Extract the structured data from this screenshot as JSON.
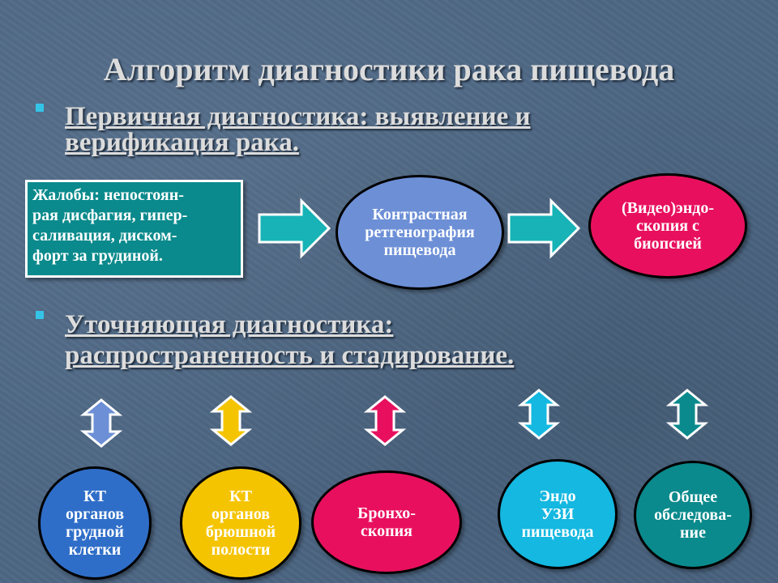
{
  "title": "Алгоритм диагностики рака пищевода",
  "sections": [
    {
      "lines": [
        "Первичная диагностика: выявление и",
        "верификация рака."
      ]
    },
    {
      "lines": [
        "Уточняющая диагностика:",
        "распространенность и стадирование."
      ]
    }
  ],
  "primary_flow": {
    "complaints": [
      "Жалобы: непостоян-",
      "рая дисфагия, гипер-",
      "саливация, диском-",
      "форт за грудиной."
    ],
    "contrast": [
      "Контрастная",
      "ретгенография",
      "пищевода"
    ],
    "endoscopy": [
      "(Видео)эндо-",
      "скопия с",
      "биопсией"
    ]
  },
  "secondary_nodes": [
    {
      "lines": [
        "КТ",
        "органов",
        "грудной",
        "клетки"
      ],
      "color": "#2f6ec8"
    },
    {
      "lines": [
        "КТ",
        "органов",
        "брюшной",
        "полости"
      ],
      "color": "#f5c400"
    },
    {
      "lines": [
        "Бронхо-",
        "скопия"
      ],
      "color": "#e8105e"
    },
    {
      "lines": [
        "Эндо",
        "УЗИ",
        "пищевода"
      ],
      "color": "#14b8e0"
    },
    {
      "lines": [
        "Общее",
        "обследова-",
        "ние"
      ],
      "color": "#0a8a8c"
    }
  ],
  "colors": {
    "contrast_fill": "#6c8fd6",
    "endoscopy_fill": "#e8105e",
    "complaints_fill": "#0a8a8c",
    "right_arrow_fill": "#17b3b6",
    "double_arrow_fills": [
      "#6c8fd6",
      "#f5c400",
      "#e8105e",
      "#14b8e0",
      "#0a8a8c"
    ]
  },
  "icons": [
    "right-arrow",
    "double-arrow"
  ]
}
